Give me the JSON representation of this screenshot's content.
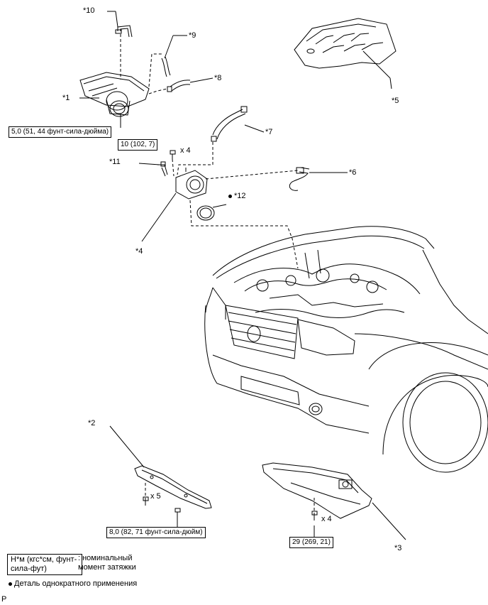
{
  "callouts": {
    "c1": "*1",
    "c2": "*2",
    "c3": "*3",
    "c4": "*4",
    "c5": "*5",
    "c6": "*6",
    "c7": "*7",
    "c8": "*8",
    "c9": "*9",
    "c10": "*10",
    "c11": "*11",
    "c12": "*12"
  },
  "quantities": {
    "bolt_x4_throttle": "x 4",
    "bolt_x5": "x 5",
    "bolt_x4_under": "x 4"
  },
  "torques": {
    "air_cleaner": "5,0 (51, 44 фунт-сила-дюйма)",
    "throttle": "10 (102, 7)",
    "cover2": "8,0 (82, 71 фунт-сила-дюйм)",
    "cover3": "29 (269, 21)"
  },
  "legend": {
    "unit_box": "Н*м (кгс*см, фунт-сила-фут)",
    "unit_desc": ": номинальный момент затяжки",
    "single_use": "Деталь однократного применения"
  },
  "footer": {
    "corner_letter": "P"
  }
}
